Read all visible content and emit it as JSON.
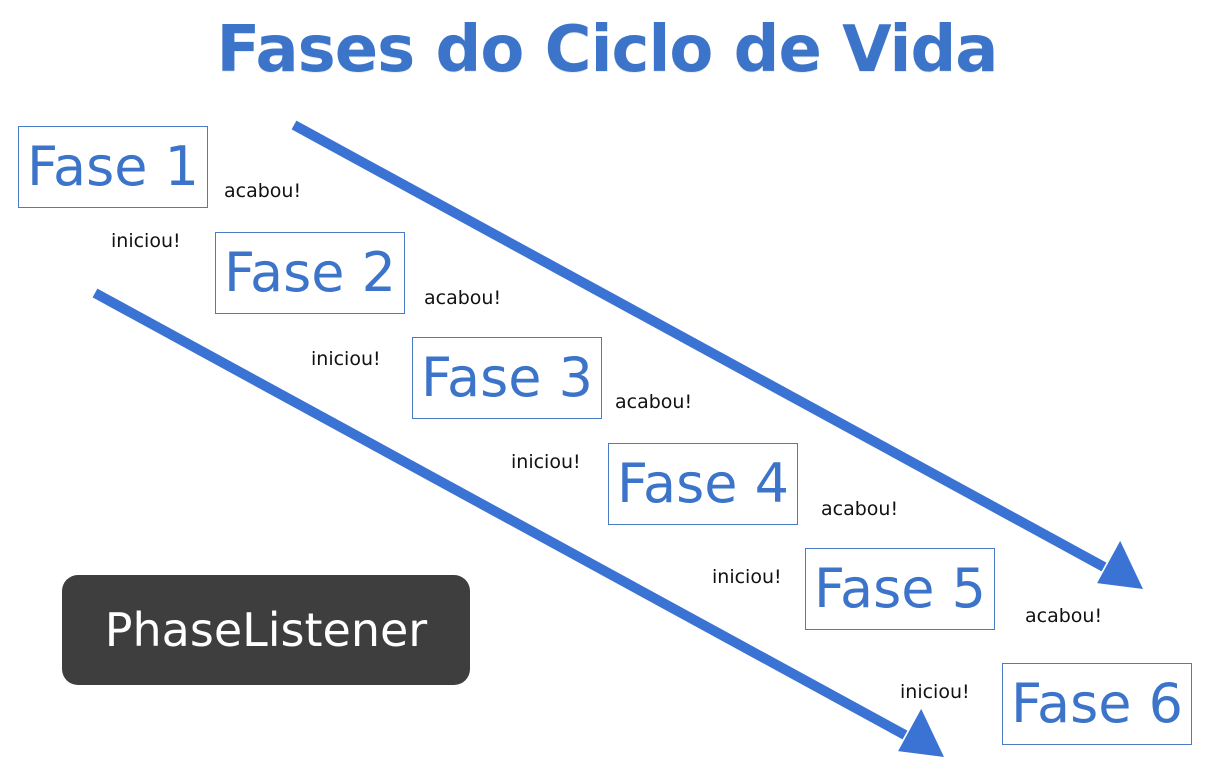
{
  "title": "Fases do Ciclo de Vida",
  "phases": [
    {
      "label": "Fase 1",
      "started": "",
      "ended": "acabou!"
    },
    {
      "label": "Fase 2",
      "started": "iniciou!",
      "ended": "acabou!"
    },
    {
      "label": "Fase 3",
      "started": "iniciou!",
      "ended": "acabou!"
    },
    {
      "label": "Fase 4",
      "started": "iniciou!",
      "ended": "acabou!"
    },
    {
      "label": "Fase 5",
      "started": "iniciou!",
      "ended": "acabou!"
    },
    {
      "label": "Fase 6",
      "started": "iniciou!",
      "ended": ""
    }
  ],
  "listener": "PhaseListener",
  "colors": {
    "accent": "#3b74c9",
    "arrow": "#3a73d3",
    "listener_bg": "#3e3e3e"
  }
}
